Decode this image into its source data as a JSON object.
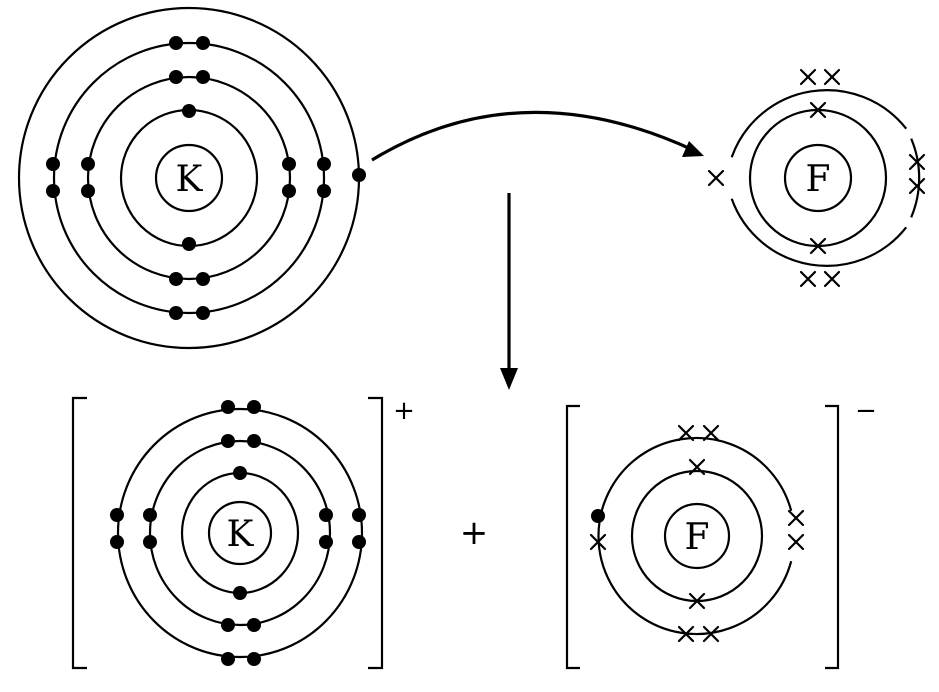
{
  "potassium_atom": {
    "symbol": "K"
  },
  "fluorine_atom": {
    "symbol": "F"
  },
  "potassium_ion": {
    "symbol": "K",
    "charge": "+"
  },
  "fluoride_ion": {
    "symbol": "F",
    "charge": "−"
  },
  "plus_sign": "+"
}
